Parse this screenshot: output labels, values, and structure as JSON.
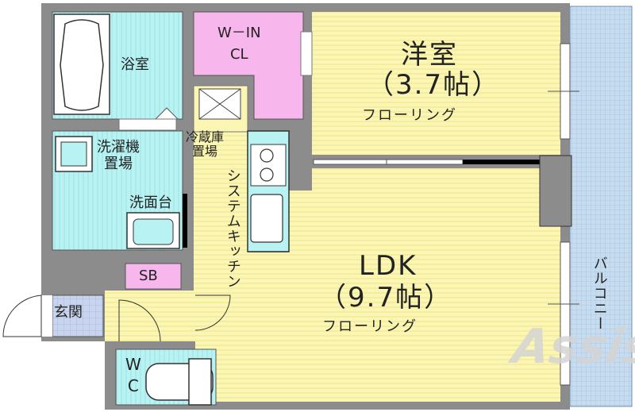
{
  "colors": {
    "wall": "#8c8c8c",
    "floor_yellow": "#fbf6b4",
    "wet_area_cyan": "#b8f2f2",
    "closet_pink": "#f7b6ec",
    "entrance_blue": "#c9d4ee",
    "balcony_blue": "#c7ddef",
    "watermark": "#d4d4d4"
  },
  "rooms": {
    "bathroom": {
      "label": "浴室",
      "icon": "bathtub-icon"
    },
    "washer": {
      "label_line1": "洗濯機",
      "label_line2": "置場",
      "icon": "washing-machine-icon"
    },
    "washbasin": {
      "label": "洗面台",
      "icon": "sink-icon"
    },
    "walk_in_closet": {
      "label_line1": "W－IN",
      "label_line2": "CL"
    },
    "western_room": {
      "name": "洋室",
      "size": "（3.7帖）",
      "floor": "フローリング"
    },
    "fridge": {
      "label_line1": "冷蔵庫",
      "label_line2": "置場"
    },
    "kitchen": {
      "label": "システムキッチン",
      "icon": "stove-icon"
    },
    "ldk": {
      "name": "LDK",
      "size": "（9.7帖）",
      "floor": "フローリング"
    },
    "storage": {
      "label": "SB"
    },
    "entrance": {
      "label": "玄関"
    },
    "toilet": {
      "label_line1": "W",
      "label_line2": "C",
      "icon": "toilet-icon"
    },
    "balcony": {
      "label": "バルコニー"
    }
  },
  "watermark": {
    "text": "Assist"
  }
}
